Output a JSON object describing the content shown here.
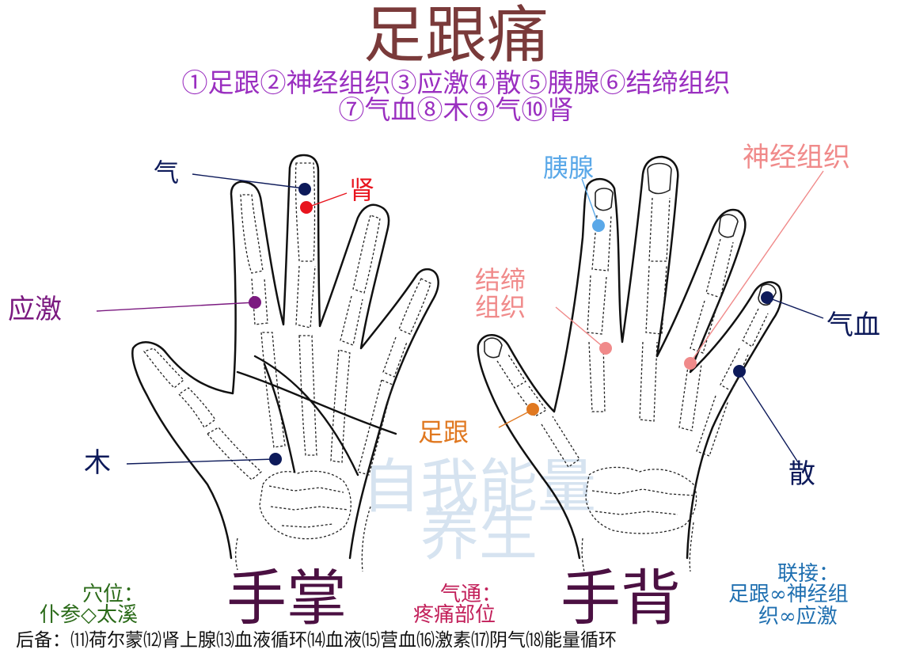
{
  "title": "足跟痛",
  "subtitle_line1": "①足跟②神经组织③应激④散⑤胰腺⑥结缔组织",
  "subtitle_line2": "⑦气血⑧木⑨气⑩肾",
  "palm": {
    "caption": "手掌",
    "points": [
      {
        "label": "气",
        "color": "#0d1a5a"
      },
      {
        "label": "肾",
        "color": "#e8141e"
      },
      {
        "label": "应激",
        "color": "#7b1a80"
      },
      {
        "label": "木",
        "color": "#0d1a5a"
      }
    ]
  },
  "back": {
    "caption": "手背",
    "points": [
      {
        "label": "胰腺",
        "color": "#5aa8e8"
      },
      {
        "label": "神经组织",
        "color": "#f08a8a"
      },
      {
        "label": "结缔",
        "label2": "组织",
        "color": "#f08a8a"
      },
      {
        "label": "足跟",
        "color": "#e07820"
      },
      {
        "label": "气血",
        "color": "#0d1a5a"
      },
      {
        "label": "散",
        "color": "#0d1a5a"
      }
    ]
  },
  "acupoint": {
    "line1": "穴位：",
    "line2": "仆参◇太溪",
    "color": "#2a6a18"
  },
  "qitong": {
    "line1": "气通：",
    "line2": "疼痛部位",
    "color": "#c2205a"
  },
  "link": {
    "line1": "联接：",
    "line2": "足跟∞神经组",
    "line3": "织∞应激",
    "color": "#1f6fb0"
  },
  "backup": "后备：⑾荷尔蒙⑿肾上腺⒀血液循环⒁血液⒂营血⒃激素⒄阴气⒅能量循环",
  "watermark": {
    "line1": "自我能量",
    "line2": "养生"
  }
}
